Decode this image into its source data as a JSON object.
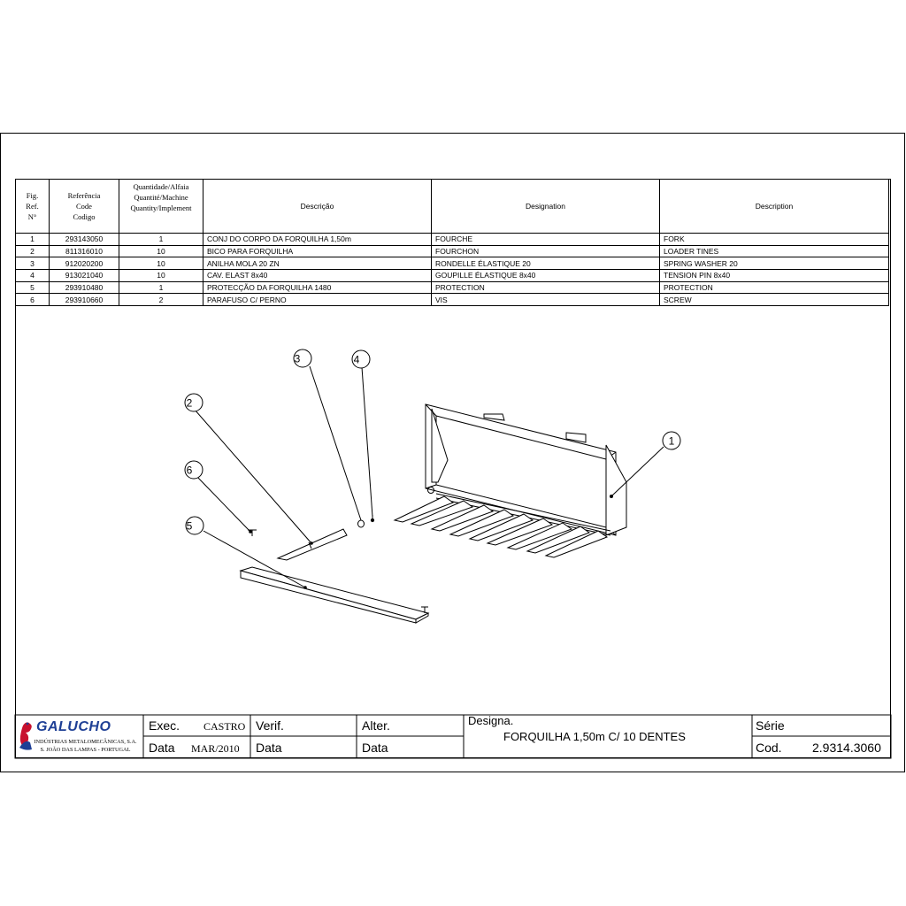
{
  "table": {
    "headers": {
      "fig_line1": "Fig.",
      "fig_line2": "Ref.",
      "fig_line3": "N°",
      "ref_line1": "Referência",
      "ref_line2": "Code",
      "ref_line3": "Codigo",
      "qty_line1": "Quantidade/Alfaia",
      "qty_line2": "Quantité/Machine",
      "qty_line3": "Quantity/Implement",
      "descricao": "Descrição",
      "designation": "Designation",
      "description": "Description"
    },
    "rows": [
      {
        "fig": "1",
        "ref": "293143050",
        "qty": "1",
        "pt": "CONJ DO CORPO DA FORQUILHA 1,50m",
        "fr": "FOURCHE",
        "en": "FORK"
      },
      {
        "fig": "2",
        "ref": "811316010",
        "qty": "10",
        "pt": "BICO PARA FORQUILHA",
        "fr": "FOURCHON",
        "en": "LOADER TINES"
      },
      {
        "fig": "3",
        "ref": "912020200",
        "qty": "10",
        "pt": "ANILHA MOLA 20 ZN",
        "fr": "RONDELLE ÉLASTIQUE 20",
        "en": "SPRING WASHER 20"
      },
      {
        "fig": "4",
        "ref": "913021040",
        "qty": "10",
        "pt": "CAV. ELAST 8x40",
        "fr": "GOUPILLE ÉLASTIQUE 8x40",
        "en": "TENSION PIN 8x40"
      },
      {
        "fig": "5",
        "ref": "293910480",
        "qty": "1",
        "pt": "PROTECÇÃO DA FORQUILHA 1480",
        "fr": "PROTECTION",
        "en": "PROTECTION"
      },
      {
        "fig": "6",
        "ref": "293910660",
        "qty": "2",
        "pt": "PARAFUSO C/ PERNO",
        "fr": "VIS",
        "en": "SCREW"
      }
    ]
  },
  "callouts": [
    "1",
    "2",
    "3",
    "4",
    "5",
    "6"
  ],
  "title_block": {
    "company": "GALUCHO",
    "company_sub1": "INDÚSTRIAS METALOMECÂNICAS, S.A.",
    "company_sub2": "S. JOÃO DAS LAMPAS - PORTUGAL",
    "exec_label": "Exec.",
    "exec_value": "CASTRO",
    "data_label": "Data",
    "data_value": "MAR/2010",
    "verif_label": "Verif.",
    "verif_data_label": "Data",
    "alter_label": "Alter.",
    "alter_data_label": "Data",
    "designa_label": "Designa.",
    "designa_value": "FORQUILHA 1,50m C/ 10 DENTES",
    "serie_label": "Série",
    "cod_label": "Cod.",
    "cod_value": "2.9314.3060"
  },
  "colors": {
    "brand": "#1e3f95",
    "logo_red": "#c8102e"
  },
  "icons": {
    "logo": "rooster-logo-icon"
  }
}
